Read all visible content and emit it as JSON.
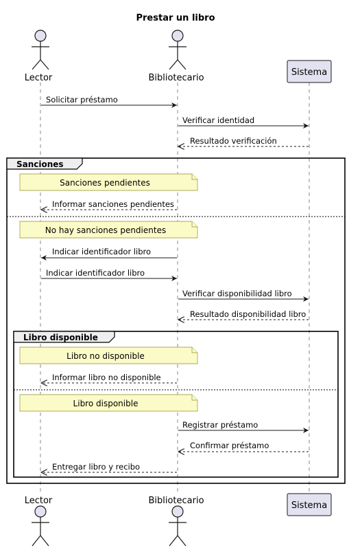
{
  "title": "Prestar un libro",
  "participants": {
    "lector": "Lector",
    "bibliotecario": "Bibliotecario",
    "sistema": "Sistema"
  },
  "messages": [
    "Solicitar préstamo",
    "Verificar identidad",
    "Resultado verificación",
    "Informar sanciones pendientes",
    "Indicar identificador libro",
    "Indicar identificador libro",
    "Verificar disponibilidad libro",
    "Resultado disponibilidad libro",
    "Informar libro no disponible",
    "Registrar préstamo",
    "Confirmar préstamo",
    "Entregar libro y recibo"
  ],
  "notes": [
    "Sanciones pendientes",
    "No hay sanciones pendientes",
    "Libro no disponible",
    "Libro disponible"
  ],
  "frames": {
    "outer": "Sanciones",
    "inner": "Libro disponible"
  },
  "colors": {
    "participant_fill": "#e2e2f0",
    "note_fill": "#fbfbc8"
  }
}
